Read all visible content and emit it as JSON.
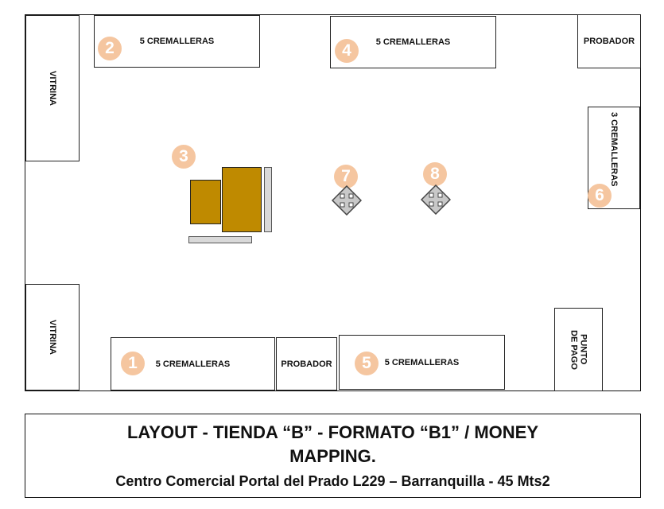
{
  "layout": {
    "vitrina_top": "VITRINA",
    "vitrina_bottom": "VITRINA",
    "rack_2": {
      "label": "5 CREMALLERAS",
      "number": "2"
    },
    "rack_4": {
      "label": "5 CREMALLERAS",
      "number": "4"
    },
    "probador_top": "PROBADOR",
    "rack_6": {
      "label": "3 CREMALLERAS",
      "number": "6"
    },
    "display_3": {
      "number": "3"
    },
    "point_7": {
      "number": "7",
      "icon": "move-icon"
    },
    "point_8": {
      "number": "8",
      "icon": "move-icon"
    },
    "rack_1": {
      "label": "5 CREMALLERAS",
      "number": "1"
    },
    "probador_bottom": "PROBADOR",
    "rack_5": {
      "label": "5 CREMALLERAS",
      "number": "5"
    },
    "punto_pago": {
      "line1": "PUNTO",
      "line2": "DE PAGO"
    }
  },
  "colors": {
    "marker": "#F5C6A0",
    "furniture": "#BF8A00",
    "shelf": "#D9D9D9"
  },
  "title": {
    "line1": "LAYOUT - TIENDA “B” - FORMATO “B1” / MONEY",
    "line2": "MAPPING.",
    "subtitle": "Centro Comercial Portal del Prado L229 – Barranquilla - 45 Mts2"
  }
}
